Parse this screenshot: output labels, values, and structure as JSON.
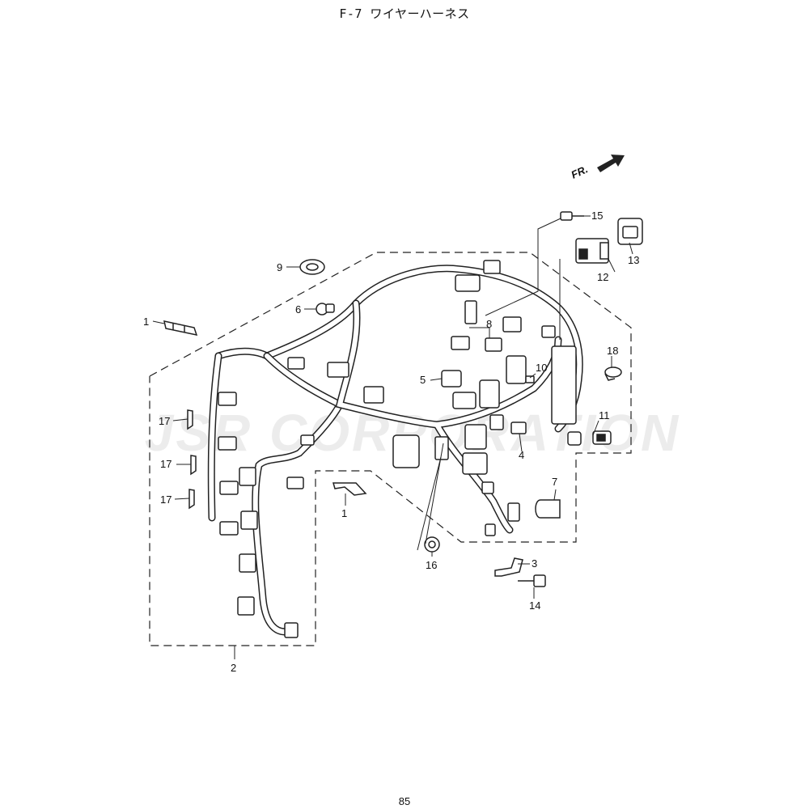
{
  "header": {
    "title": "F-7  ワイヤーハーネス"
  },
  "footer": {
    "page_number": "85"
  },
  "orientation": {
    "label": "FR."
  },
  "watermark": {
    "text": "JSR CORPORATION"
  },
  "callouts": [
    {
      "id": "c15",
      "text": "15"
    },
    {
      "id": "c13",
      "text": "13"
    },
    {
      "id": "c12",
      "text": "12"
    },
    {
      "id": "c9",
      "text": "9"
    },
    {
      "id": "c6",
      "text": "6"
    },
    {
      "id": "c1a",
      "text": "1"
    },
    {
      "id": "c8",
      "text": "8"
    },
    {
      "id": "c18",
      "text": "18"
    },
    {
      "id": "c10",
      "text": "10"
    },
    {
      "id": "c5",
      "text": "5"
    },
    {
      "id": "c17a",
      "text": "17"
    },
    {
      "id": "c11",
      "text": "11"
    },
    {
      "id": "c4",
      "text": "4"
    },
    {
      "id": "c17b",
      "text": "17"
    },
    {
      "id": "c7",
      "text": "7"
    },
    {
      "id": "c17c",
      "text": "17"
    },
    {
      "id": "c1b",
      "text": "1"
    },
    {
      "id": "c16",
      "text": "16"
    },
    {
      "id": "c3",
      "text": "3"
    },
    {
      "id": "c14",
      "text": "14"
    },
    {
      "id": "c2",
      "text": "2"
    }
  ]
}
